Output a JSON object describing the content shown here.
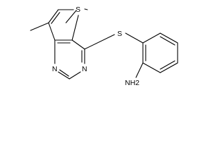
{
  "molecule": {
    "atoms": {
      "thiophene_sulfur": "S",
      "thioether_sulfur": "S",
      "pyrimidine_n1": "N",
      "pyrimidine_n3": "N",
      "amine": "NH2"
    }
  }
}
